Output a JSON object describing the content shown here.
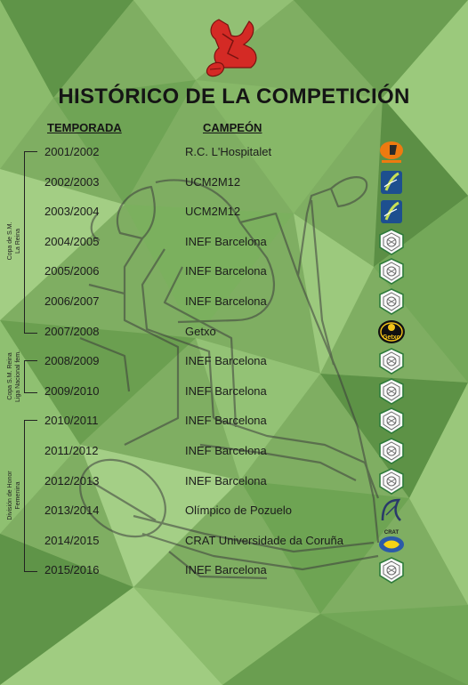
{
  "page": {
    "title": "HISTÓRICO DE LA COMPETICIÓN",
    "columns": {
      "season": "TEMPORADA",
      "champion": "CAMPEÓN"
    }
  },
  "competitions": [
    {
      "line1": "Copa de S.M.",
      "line2": "La Reina",
      "from_row": 0,
      "to_row": 6
    },
    {
      "line1": "Copa S.M. Reina",
      "line2": "Liga Nacional fem.",
      "from_row": 7,
      "to_row": 8
    },
    {
      "line1": "División de Honor",
      "line2": "Femenina",
      "from_row": 9,
      "to_row": 14
    }
  ],
  "rows": [
    {
      "season": "2001/2002",
      "champion": "R.C. L'Hospitalet",
      "badge": "hospitalet-badge"
    },
    {
      "season": "2002/2003",
      "champion": "UCM2M12",
      "badge": "ucm-badge"
    },
    {
      "season": "2003/2004",
      "champion": "UCM2M12",
      "badge": "ucm-badge"
    },
    {
      "season": "2004/2005",
      "champion": "INEF Barcelona",
      "badge": "inef-badge"
    },
    {
      "season": "2005/2006",
      "champion": "INEF Barcelona",
      "badge": "inef-badge"
    },
    {
      "season": "2006/2007",
      "champion": "INEF Barcelona",
      "badge": "inef-badge"
    },
    {
      "season": "2007/2008",
      "champion": "Getxo",
      "badge": "getxo-badge",
      "badge_text": "Getxo"
    },
    {
      "season": "2008/2009",
      "champion": "INEF Barcelona",
      "badge": "inef-badge"
    },
    {
      "season": "2009/2010",
      "champion": "INEF Barcelona",
      "badge": "inef-badge"
    },
    {
      "season": "2010/2011",
      "champion": "INEF Barcelona",
      "badge": "inef-badge"
    },
    {
      "season": "2011/2012",
      "champion": "INEF Barcelona",
      "badge": "inef-badge"
    },
    {
      "season": "2012/2013",
      "champion": "INEF Barcelona",
      "badge": "inef-badge"
    },
    {
      "season": "2013/2014",
      "champion": "Olímpico de Pozuelo",
      "badge": "pozuelo-badge"
    },
    {
      "season": "2014/2015",
      "champion": "CRAT Universidade da Coruña",
      "badge": "crat-badge",
      "badge_text": "CRAT"
    },
    {
      "season": "2015/2016",
      "champion": "INEF Barcelona",
      "badge": "inef-badge"
    }
  ],
  "colors": {
    "brand_red": "#d42a25",
    "text": "#1c1c1c",
    "bg_green": "#7fae62"
  }
}
